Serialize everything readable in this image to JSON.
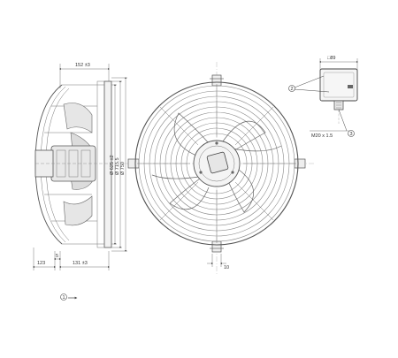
{
  "dimensions": {
    "top_width": "152 ±3",
    "d_inner": "Ø 625 ±2",
    "d_mid": "Ø 715.5",
    "d_outer": "Ø 750",
    "bottom_123": "123",
    "bottom_5": "5",
    "bottom_131": "131 ±3",
    "front_10": "10",
    "box_89": "□89",
    "thread": "M20 x 1.5"
  },
  "callouts": {
    "c1": "1",
    "c2": "2",
    "c3": "3"
  },
  "colors": {
    "line": "#555555",
    "grid": "#888888",
    "dim_text": "#333333"
  }
}
